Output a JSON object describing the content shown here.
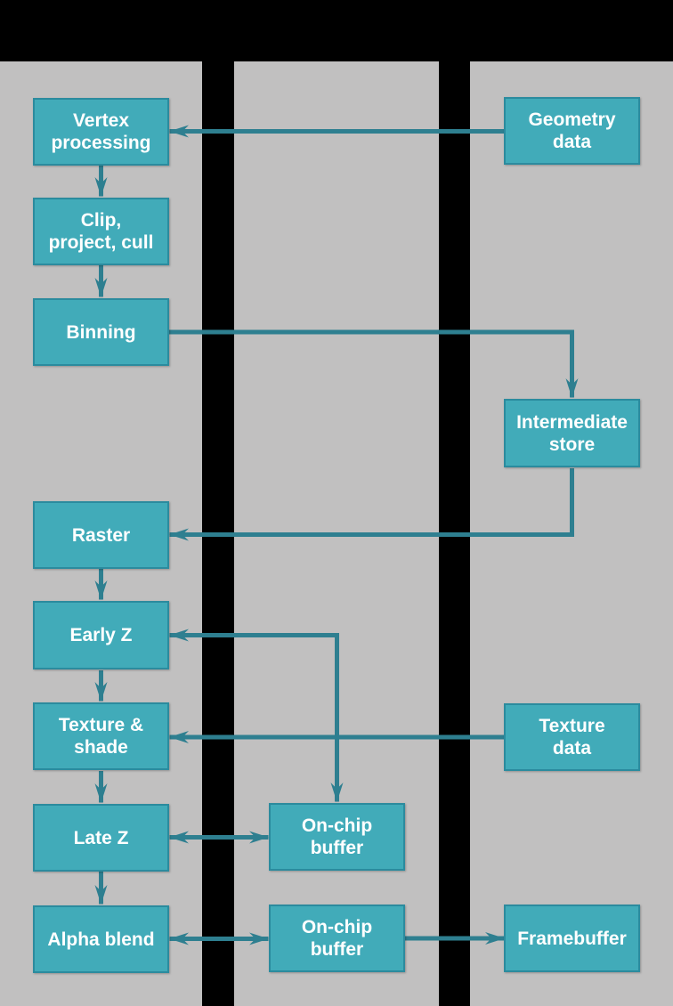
{
  "figure": {
    "type": "flow-diagram",
    "description": "Tile-based GPU rendering pipeline flow diagram"
  },
  "colors": {
    "background_black": "#000000",
    "column_gray": "#c1c0c0",
    "node_fill": "#41abb9",
    "node_border": "#2b8b9e",
    "connector_teal": "#2e7f90",
    "text_white": "#ffffff"
  },
  "nodes": [
    {
      "id": "vertex_processing",
      "label": "Vertex\nprocessing",
      "column": "left"
    },
    {
      "id": "clip_project_cull",
      "label": "Clip,\nproject, cull",
      "column": "left"
    },
    {
      "id": "binning",
      "label": "Binning",
      "column": "left"
    },
    {
      "id": "raster",
      "label": "Raster",
      "column": "left"
    },
    {
      "id": "early_z",
      "label": "Early Z",
      "column": "left"
    },
    {
      "id": "texture_shade",
      "label": "Texture &\nshade",
      "column": "left"
    },
    {
      "id": "late_z",
      "label": "Late Z",
      "column": "left"
    },
    {
      "id": "alpha_blend",
      "label": "Alpha blend",
      "column": "left"
    },
    {
      "id": "on_chip_buffer_1",
      "label": "On-chip\nbuffer",
      "column": "middle"
    },
    {
      "id": "on_chip_buffer_2",
      "label": "On-chip\nbuffer",
      "column": "middle"
    },
    {
      "id": "geometry_data",
      "label": "Geometry\ndata",
      "column": "right"
    },
    {
      "id": "intermediate_store",
      "label": "Intermediate\nstore",
      "column": "right"
    },
    {
      "id": "texture_data",
      "label": "Texture\ndata",
      "column": "right"
    },
    {
      "id": "framebuffer",
      "label": "Framebuffer",
      "column": "right"
    }
  ],
  "edges": [
    {
      "from": "geometry_data",
      "to": "vertex_processing",
      "bidirectional": false
    },
    {
      "from": "vertex_processing",
      "to": "clip_project_cull",
      "bidirectional": false
    },
    {
      "from": "clip_project_cull",
      "to": "binning",
      "bidirectional": false
    },
    {
      "from": "binning",
      "to": "intermediate_store",
      "bidirectional": false
    },
    {
      "from": "intermediate_store",
      "to": "raster",
      "bidirectional": false
    },
    {
      "from": "raster",
      "to": "early_z",
      "bidirectional": false
    },
    {
      "from": "early_z",
      "to": "texture_shade",
      "bidirectional": false
    },
    {
      "from": "texture_shade",
      "to": "late_z",
      "bidirectional": false
    },
    {
      "from": "late_z",
      "to": "alpha_blend",
      "bidirectional": false
    },
    {
      "from": "early_z",
      "to": "on_chip_buffer_1",
      "bidirectional": true
    },
    {
      "from": "texture_data",
      "to": "texture_shade",
      "bidirectional": false
    },
    {
      "from": "late_z",
      "to": "on_chip_buffer_1",
      "bidirectional": true
    },
    {
      "from": "alpha_blend",
      "to": "on_chip_buffer_2",
      "bidirectional": true
    },
    {
      "from": "on_chip_buffer_2",
      "to": "framebuffer",
      "bidirectional": false
    }
  ]
}
